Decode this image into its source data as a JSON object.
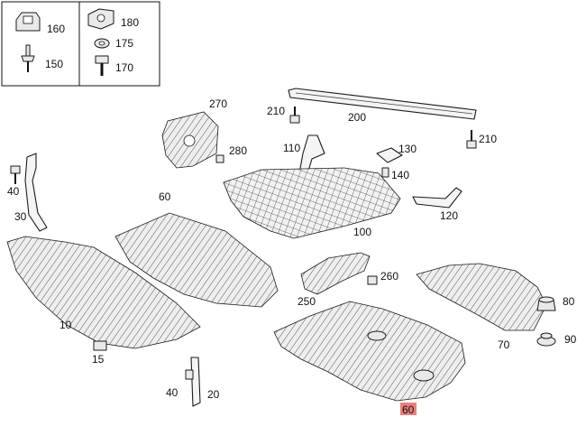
{
  "legend": {
    "left": [
      {
        "num": "160"
      },
      {
        "num": "150"
      }
    ],
    "right": [
      {
        "num": "180"
      },
      {
        "num": "175"
      },
      {
        "num": "170"
      }
    ]
  },
  "parts": {
    "p270": "270",
    "p280": "280",
    "p210a": "210",
    "p200": "200",
    "p210b": "210",
    "p110": "110",
    "p130": "130",
    "p140": "140",
    "p120": "120",
    "p100": "100",
    "p40a": "40",
    "p30": "30",
    "p60a": "60",
    "p10": "10",
    "p15": "15",
    "p250": "250",
    "p260": "260",
    "p80": "80",
    "p90": "90",
    "p70": "70",
    "p40b": "40",
    "p20": "20",
    "p60b": "60"
  },
  "colors": {
    "highlight": "#e88080",
    "line": "#1a1a1a"
  }
}
